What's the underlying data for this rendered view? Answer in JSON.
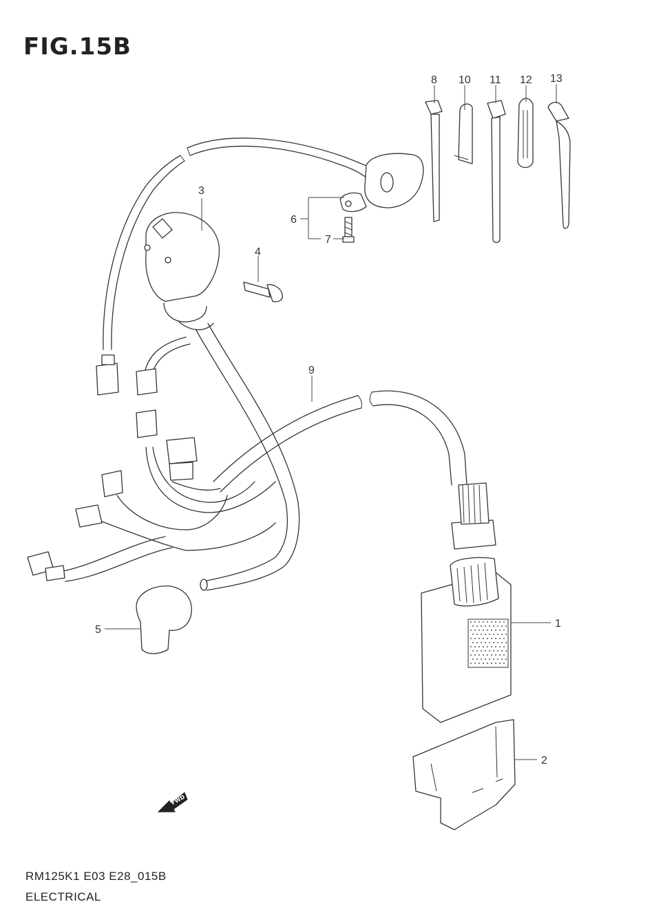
{
  "figure": {
    "title": "FIG.15B"
  },
  "footer": {
    "model_code": "RM125K1 E03 E28_015B",
    "section": "ELECTRICAL"
  },
  "fwd_badge": {
    "text": "FWD"
  },
  "callouts": [
    {
      "id": "c1",
      "number": "1"
    },
    {
      "id": "c2",
      "number": "2"
    },
    {
      "id": "c3",
      "number": "3"
    },
    {
      "id": "c4",
      "number": "4"
    },
    {
      "id": "c5",
      "number": "5"
    },
    {
      "id": "c6",
      "number": "6"
    },
    {
      "id": "c7",
      "number": "7"
    },
    {
      "id": "c8",
      "number": "8"
    },
    {
      "id": "c9",
      "number": "9"
    },
    {
      "id": "c10",
      "number": "10"
    },
    {
      "id": "c11",
      "number": "11"
    },
    {
      "id": "c12",
      "number": "12"
    },
    {
      "id": "c13",
      "number": "13"
    }
  ]
}
